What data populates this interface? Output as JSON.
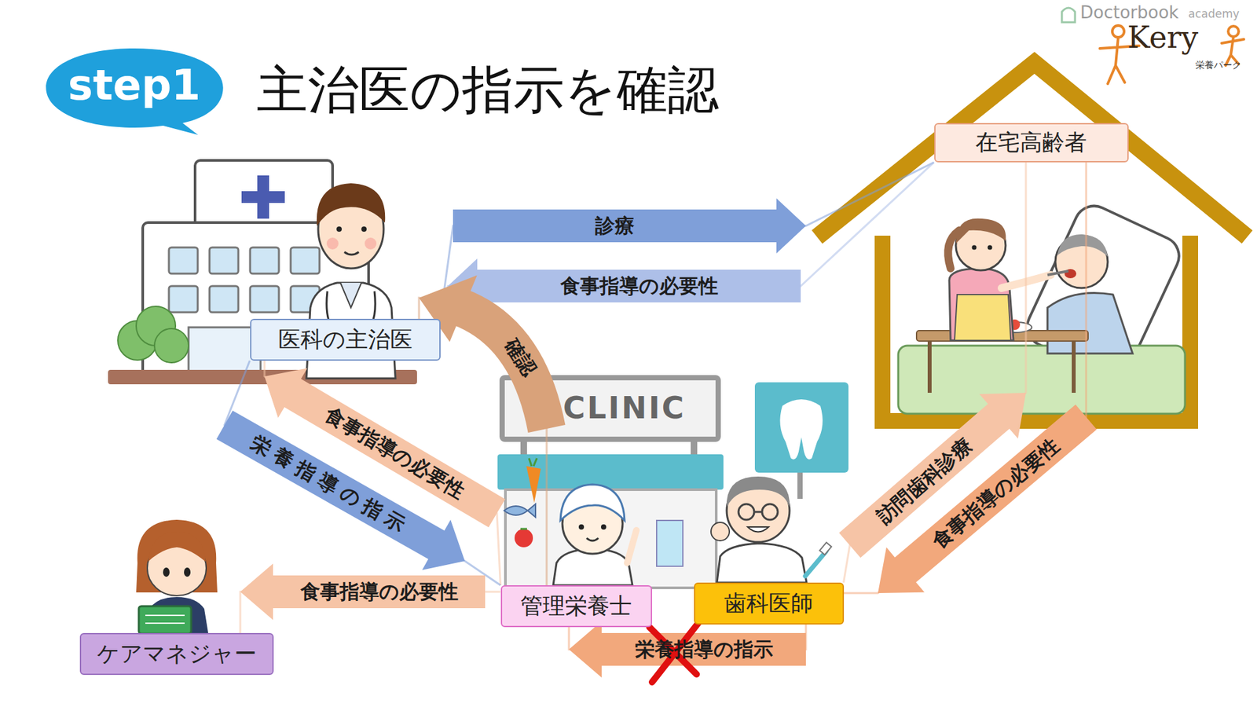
{
  "diagram": {
    "title": "主治医の指示を確認",
    "nodes": [
      {
        "text": [
          "step1"
        ]
      },
      {
        "text": [
          "在宅高齢者"
        ]
      },
      {
        "text": [
          "医科の主治医"
        ]
      },
      {
        "text": [
          "管理栄養士"
        ]
      },
      {
        "text": [
          "歯科医師"
        ]
      },
      {
        "text": [
          "ケアマネジャー"
        ]
      }
    ],
    "edges": [
      {
        "from": 2,
        "to": 1,
        "label": "診療",
        "arrow": "to"
      },
      {
        "from": 1,
        "to": 2,
        "label": "食事指導の必要性",
        "arrow": "to"
      },
      {
        "from": 3,
        "to": 2,
        "label": "確認",
        "arrow": "to"
      },
      {
        "from": 3,
        "to": 2,
        "label": "食事指導の必要性",
        "arrow": "to"
      },
      {
        "from": 2,
        "to": 3,
        "label": "栄養指導の指示",
        "arrow": "to"
      },
      {
        "from": 3,
        "to": 5,
        "label": "食事指導の必要性",
        "arrow": "to"
      },
      {
        "from": 4,
        "to": 1,
        "label": "訪問歯科診療",
        "arrow": "to"
      },
      {
        "from": 1,
        "to": 4,
        "label": "食事指導の必要性",
        "arrow": "to"
      },
      {
        "from": 4,
        "to": 3,
        "label": "栄養指導の指示",
        "arrow": "to"
      }
    ],
    "labels": [
      "Doctorbook",
      "academy",
      "Kery",
      "栄養パーク",
      "CLINIC"
    ]
  }
}
